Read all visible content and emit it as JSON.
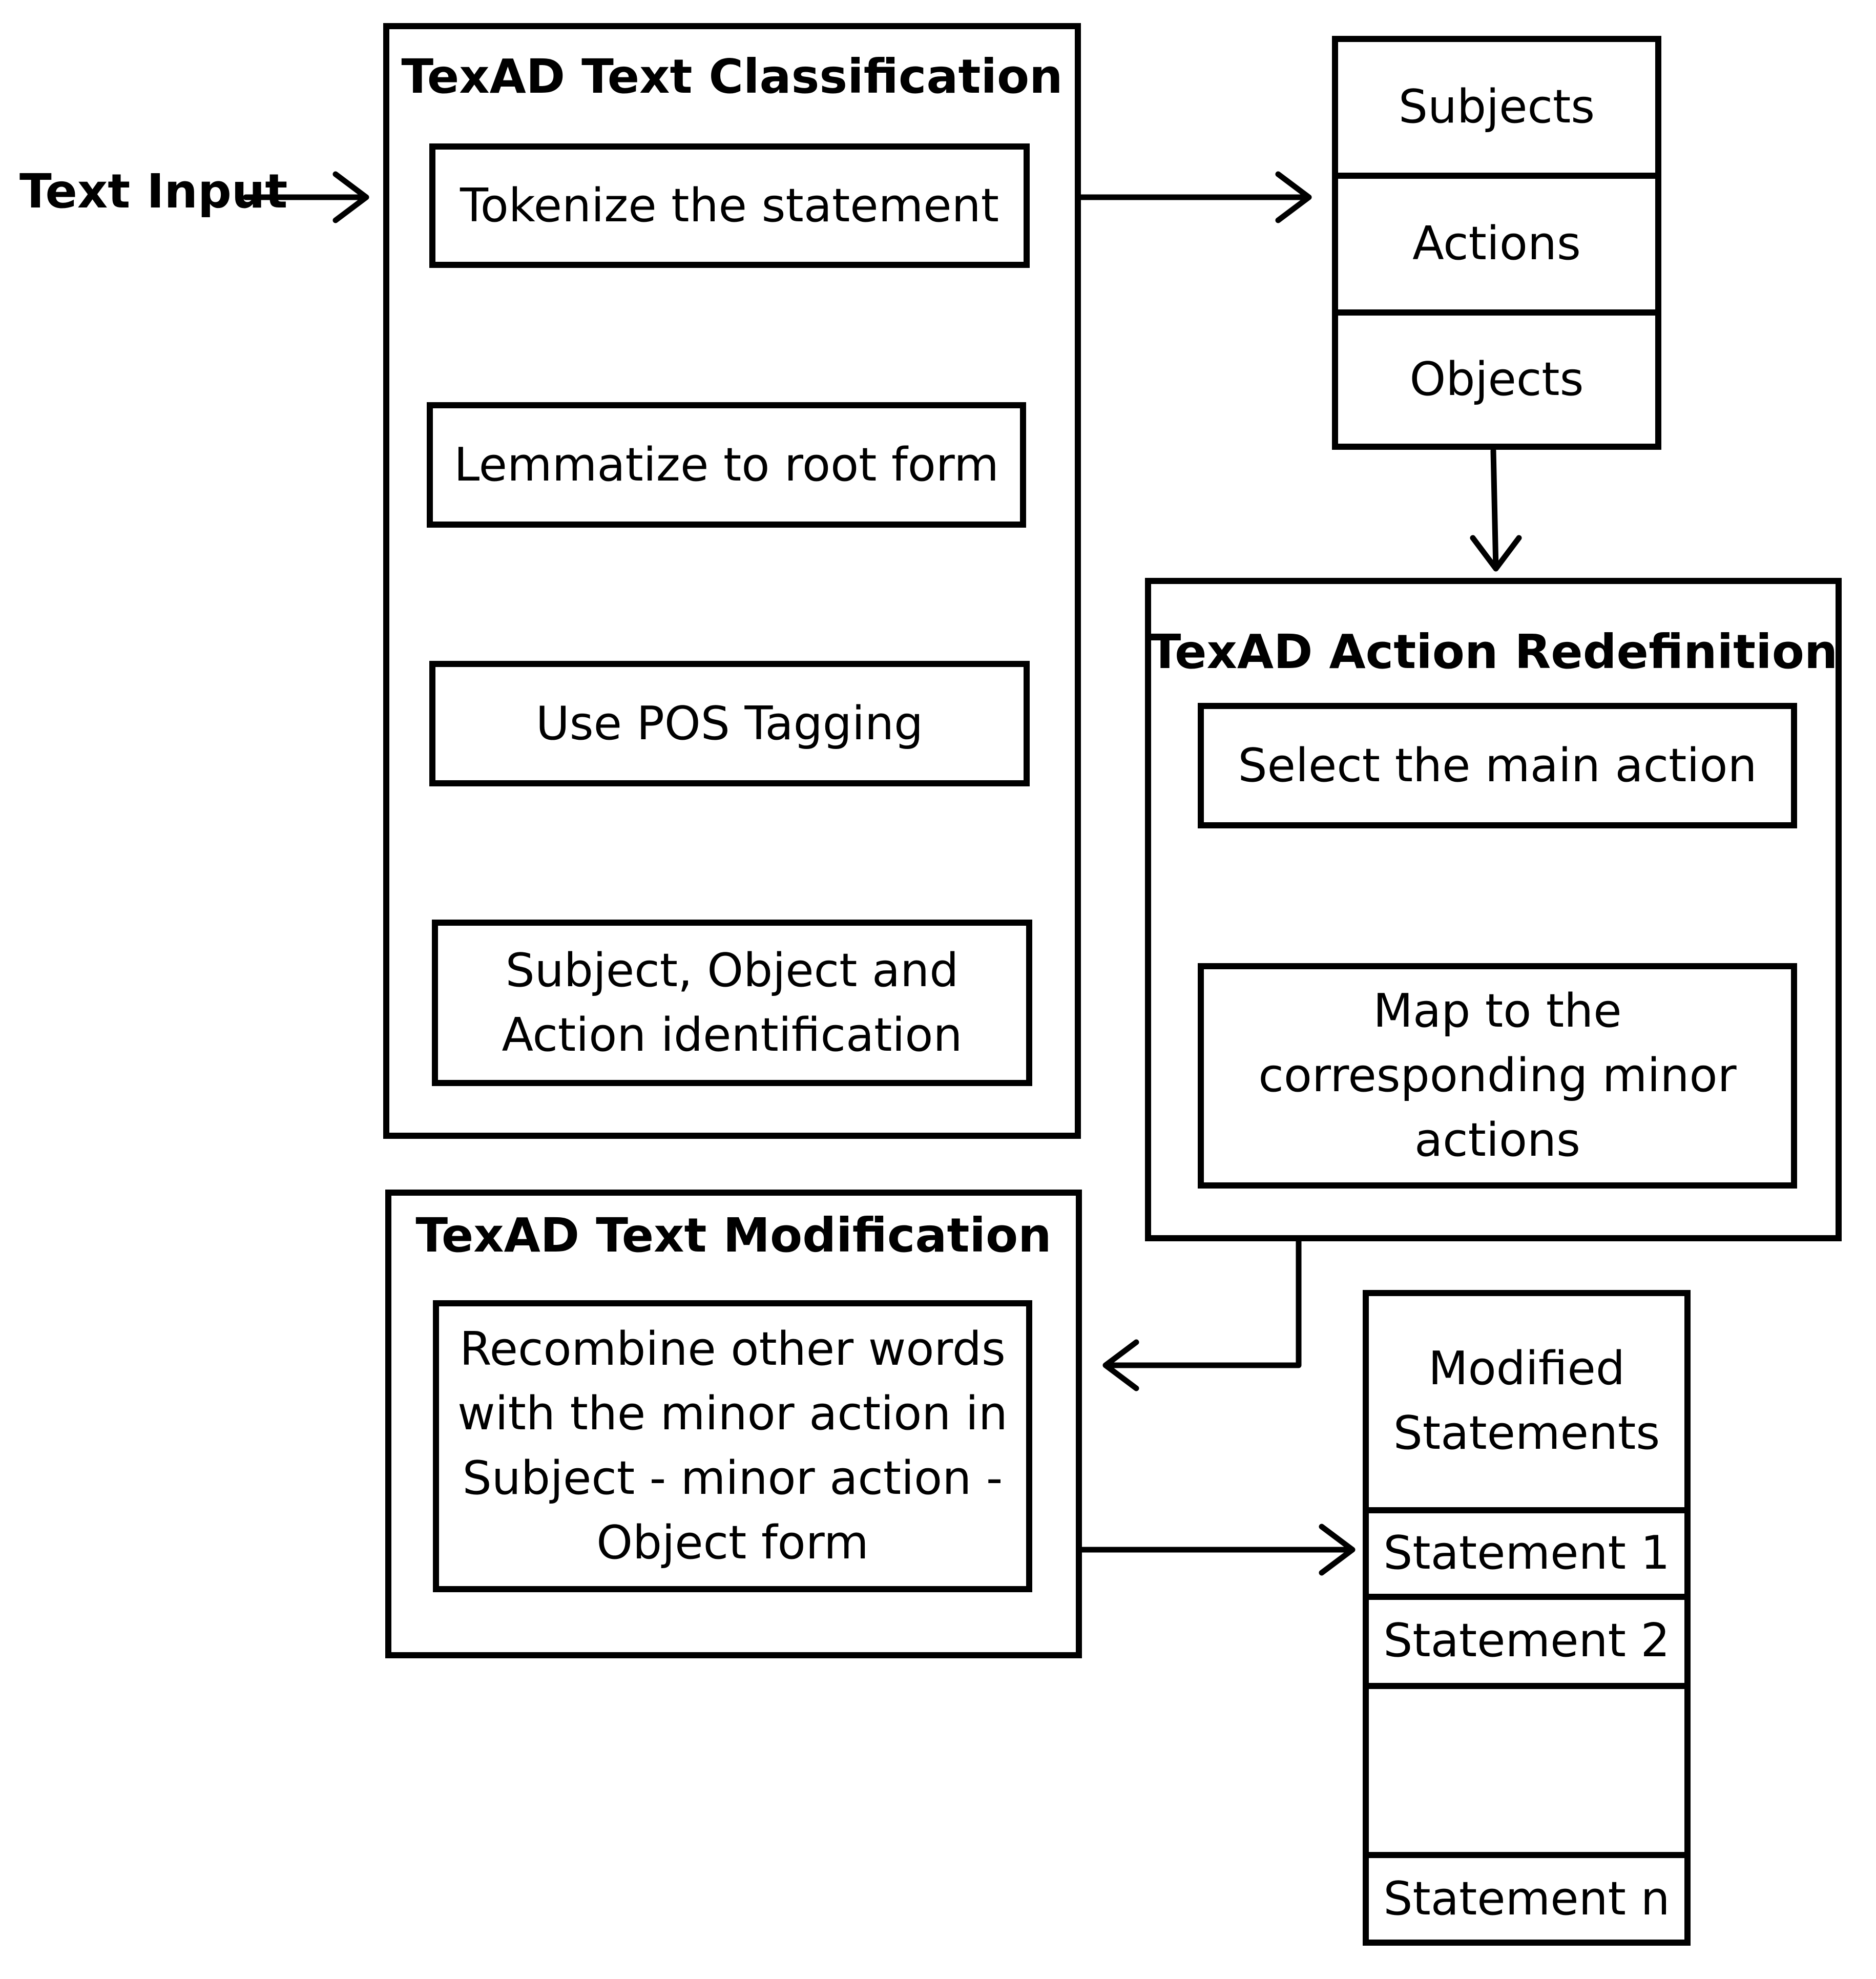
{
  "input_label": "Text Input",
  "classification": {
    "title": "TexAD Text Classification",
    "steps": [
      "Tokenize the statement",
      "Lemmatize to root form",
      "Use POS Tagging",
      "Subject, Object and\nAction identification"
    ]
  },
  "parts": [
    "Subjects",
    "Actions",
    "Objects"
  ],
  "redefinition": {
    "title": "TexAD Action Redefinition",
    "steps": [
      "Select the main action",
      "Map to the\ncorresponding minor\nactions"
    ]
  },
  "modification": {
    "title": "TexAD Text Modification",
    "step": "Recombine other words\nwith the minor action in\nSubject - minor action -\nObject form"
  },
  "output": {
    "header": "Modified\nStatements",
    "items": [
      "Statement 1",
      "Statement 2",
      "Statement n"
    ]
  }
}
